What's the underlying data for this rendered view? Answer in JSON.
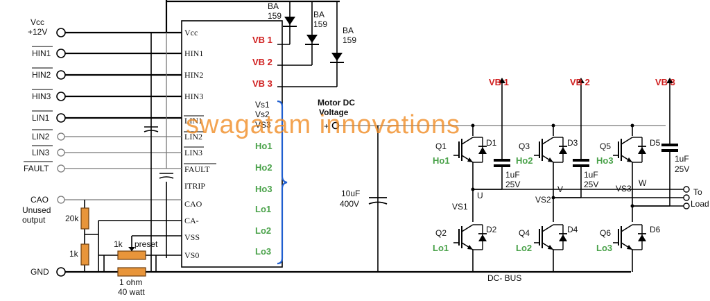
{
  "inputs": {
    "vcc_label": "Vcc",
    "vcc_volt": "+12V",
    "hin1": "HIN1",
    "hin2": "HIN2",
    "hin3": "HIN3",
    "lin1": "LIN1",
    "lin2": "LIN2",
    "lin3": "LIN3",
    "fault": "FAULT",
    "cao": "CAO",
    "unused1": "Unused",
    "unused2": "output",
    "gnd": "GND"
  },
  "ic": {
    "left_pins": [
      "Vcc",
      "HIN1",
      "HIN2",
      "HIN3",
      "LIN1",
      "LIN2",
      "LIN3",
      "FAULT",
      "ITRIP",
      "CAO",
      "CA-",
      "VSS",
      "VS0"
    ],
    "vb": [
      "VB 1",
      "VB 2",
      "VB 3"
    ],
    "vs": [
      "Vs1",
      "Vs2",
      "VS3"
    ],
    "ho": [
      "Ho1",
      "Ho2",
      "Ho3"
    ],
    "lo": [
      "Lo1",
      "Lo2",
      "Lo3"
    ]
  },
  "diodes": {
    "ba": "BA",
    "num": "159"
  },
  "passives": {
    "r20k": "20k",
    "r1k": "1k",
    "preset_r": "1k",
    "preset": "preset",
    "shunt1": "1 ohm",
    "shunt2": "40 watt",
    "bulk_cap1": "10uF",
    "bulk_cap2": "400V",
    "boot_cap1": "1uF",
    "boot_cap2": "25V"
  },
  "motor": {
    "line1": "Motor DC",
    "line2": "Voltage",
    "plus": "+"
  },
  "bridge": {
    "vb_labels": [
      "VB 1",
      "VB 2",
      "VB 3"
    ],
    "q_high": [
      "Q1",
      "Q3",
      "Q5"
    ],
    "q_low": [
      "Q2",
      "Q4",
      "Q6"
    ],
    "d_high": [
      "D1",
      "D3",
      "D5"
    ],
    "d_low": [
      "D2",
      "D4",
      "D6"
    ],
    "phases": [
      "U",
      "V",
      "W"
    ],
    "vs": [
      "VS1",
      "VS2",
      "VS3"
    ],
    "ho": [
      "Ho1",
      "Ho2",
      "Ho3"
    ],
    "lo": [
      "Lo1",
      "Lo2",
      "Lo3"
    ],
    "to": "To",
    "load": "Load",
    "dc_bus": "DC- BUS"
  },
  "watermark": "swagatam innovations",
  "colors": {
    "red": "#d02020",
    "green": "#4aa24a",
    "resistor": "#e8953a",
    "brace": "#1f5fd0",
    "watermark": "#f08a20"
  }
}
